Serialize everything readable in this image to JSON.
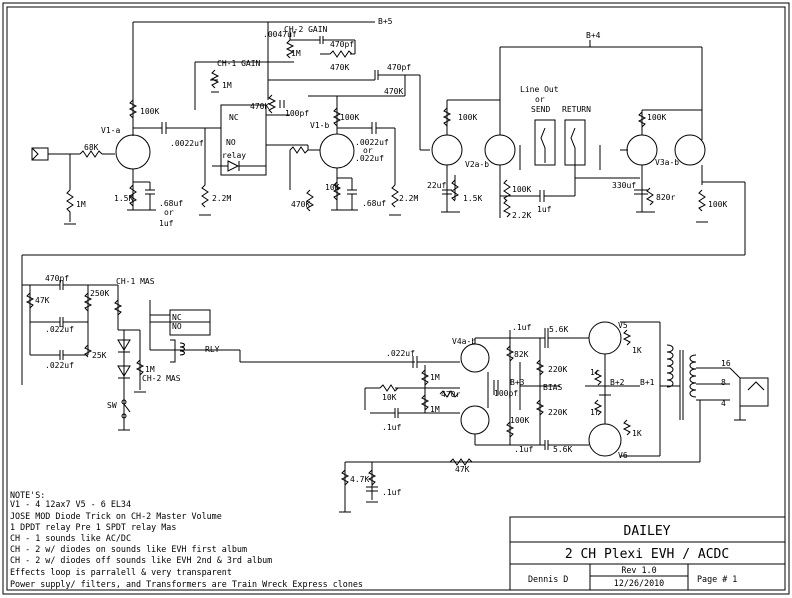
{
  "supplies": {
    "b5": "B+5",
    "b4": "B+4",
    "b3": "B+3",
    "b2": "B+2",
    "b1": "B+1",
    "bias": "BIAS"
  },
  "tubes": {
    "v1a": "V1-a",
    "v1b": "V1-b",
    "v2ab": "V2a-b",
    "v3ab": "V3a-b",
    "v4ab": "V4a-b",
    "v5": "V5",
    "v6": "V6"
  },
  "labels": {
    "ch2_gain": "CH-2 GAIN",
    "ch1_gain": "CH-1 GAIN",
    "ch1_mas": "CH-1 MAS",
    "ch2_mas": "CH-2 MAS",
    "nc": "NC",
    "no": "NO",
    "relay": "relay",
    "rly": "RLY",
    "sw": "SW",
    "line_out": "Line Out",
    "or": "or",
    "send": "SEND",
    "return": "RETURN",
    "nc_small": "NC",
    "no_small": "NO"
  },
  "components": {
    "c0047": ".0047uf",
    "c470pf_a": "470pf",
    "r1m_a": "1M",
    "r470k_a": "470K",
    "c470pf_b": "470pf",
    "r470k_b": "470K",
    "r1m_ch1": "1M",
    "r470k_c": "470K",
    "c100pf": "100pf",
    "r100k_v1a": "100K",
    "r68k": "68K",
    "c0022_a": ".0022uf",
    "r1m_in": "1M",
    "r15k_a": "1.5K",
    "c68uf_a": ".68uf",
    "or_a": "or",
    "c1uf_a": "1uf",
    "r22m_a": "2.2M",
    "r100k_v1b": "100K",
    "c0022_b": ".0022uf",
    "or_b": "or",
    "c022_b": ".022uf",
    "r470k_d": "470K",
    "r10k_a": "10K",
    "c68uf_b": ".68uf",
    "r22m_b": "2.2M",
    "r100k_v2a": "100K",
    "c22uf": "22uf",
    "r15k_b": "1.5K",
    "r100k_v2b": "100K",
    "c1uf_b": "1uf",
    "r22k": "2.2K",
    "r100k_v3a": "100K",
    "c330uf": "330uf",
    "r820": "820r",
    "r100k_v3b": "100K",
    "c470pf_c": "470pf",
    "r47k_a": "47K",
    "r250k": "250K",
    "c022_c": ".022uf",
    "r25k": "25K",
    "c022_d": ".022uf",
    "r1m_b": "1M",
    "c022_e": ".022uf",
    "c1uf_c": ".1uf",
    "r56k_a": "5.6K",
    "r82k": "82K",
    "r220k_a": "220K",
    "r1k_a": "1K",
    "r1r_a": "1r",
    "r10k_b": "10K",
    "r1m_c": "1M",
    "r1m_d": "1M",
    "r470r": "470r",
    "c100pf_b": "100pf",
    "r1r_b": "1r",
    "c1uf_d": ".1uf",
    "r100k_b": "100K",
    "r220k_b": "220K",
    "c1uf_e": ".1uf",
    "r56k_b": "5.6K",
    "r1k_b": "1K",
    "r47k_b": "4.7K",
    "r47k_c": "47K",
    "c1uf_f": ".1uf",
    "tap16": "16",
    "tap8": "8",
    "tap4": "4"
  },
  "notes": {
    "heading": "NOTE'S:",
    "tubes": "V1 - 4  12ax7      V5 - 6  EL34",
    "lines": [
      "JOSE MOD Diode Trick on CH-2 Master Volume",
      "1 DPDT relay Pre  1 SPDT relay Mas",
      "CH - 1 sounds like AC/DC",
      "CH - 2 w/ diodes on sounds like EVH first album",
      "CH - 2 w/ diodes off sounds like EVH 2nd & 3rd album",
      "Effects loop is parralell & very transparent",
      "Power supply/ filters, and Transformers are Train Wreck Express clones"
    ]
  },
  "title_block": {
    "company": "DAILEY",
    "title": "2 CH Plexi EVH / ACDC",
    "author": "Dennis D",
    "rev": "Rev 1.0",
    "date": "12/26/2010",
    "page": "Page #  1"
  }
}
